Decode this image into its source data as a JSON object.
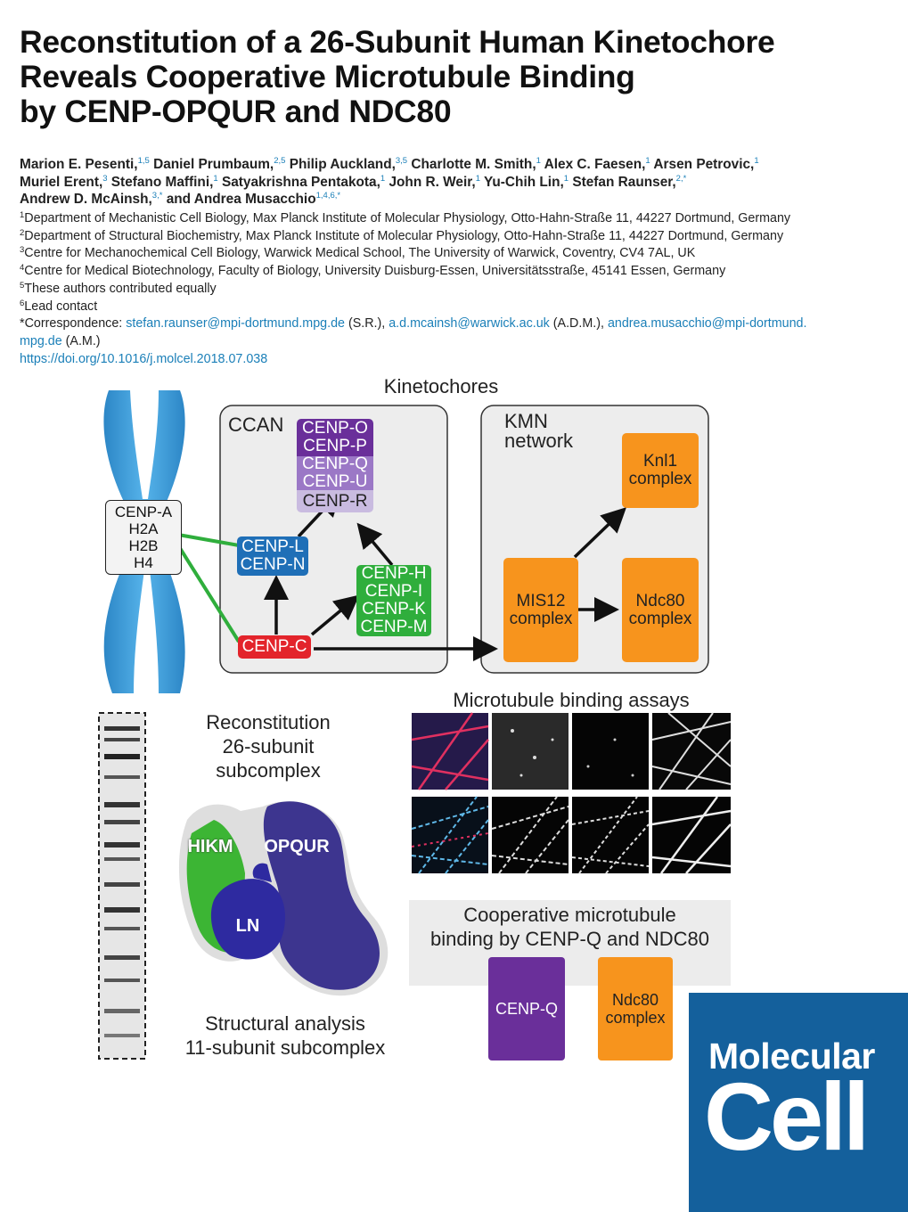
{
  "title": {
    "line1": "Reconstitution of a 26-Subunit Human Kinetochore",
    "line2": "Reveals Cooperative Microtubule Binding",
    "line3": "by CENP-OPQUR and NDC80"
  },
  "authors": [
    {
      "name": "Marion E. Pesenti,",
      "sup": "1,5"
    },
    {
      "name": "Daniel Prumbaum,",
      "sup": "2,5"
    },
    {
      "name": "Philip Auckland,",
      "sup": "3,5"
    },
    {
      "name": "Charlotte M. Smith,",
      "sup": "1"
    },
    {
      "name": "Alex C. Faesen,",
      "sup": "1"
    },
    {
      "name": "Arsen Petrovic,",
      "sup": "1"
    },
    {
      "name": "Muriel Erent,",
      "sup": "3"
    },
    {
      "name": "Stefano Maffini,",
      "sup": "1"
    },
    {
      "name": "Satyakrishna Pentakota,",
      "sup": "1"
    },
    {
      "name": "John R. Weir,",
      "sup": "1"
    },
    {
      "name": "Yu-Chih Lin,",
      "sup": "1"
    },
    {
      "name": "Stefan Raunser,",
      "sup": "2,*"
    },
    {
      "name": "Andrew D. McAinsh,",
      "sup": "3,*"
    },
    {
      "name": "and Andrea Musacchio",
      "sup": "1,4,6,*"
    }
  ],
  "affiliations": [
    {
      "num": "1",
      "text": "Department of Mechanistic Cell Biology, Max Planck Institute of Molecular Physiology, Otto-Hahn-Straße 11, 44227 Dortmund, Germany"
    },
    {
      "num": "2",
      "text": "Department of Structural Biochemistry, Max Planck Institute of Molecular Physiology, Otto-Hahn-Straße 11, 44227 Dortmund, Germany"
    },
    {
      "num": "3",
      "text": "Centre for Mechanochemical Cell Biology, Warwick Medical School, The University of Warwick, Coventry, CV4 7AL, UK"
    },
    {
      "num": "4",
      "text": "Centre for Medical Biotechnology, Faculty of Biology, University Duisburg-Essen, Universitätsstraße, 45141 Essen, Germany"
    },
    {
      "num": "5",
      "text": "These authors contributed equally"
    },
    {
      "num": "6",
      "text": "Lead contact"
    }
  ],
  "correspondence": {
    "prefix": "*Correspondence: ",
    "email1": "stefan.raunser@mpi-dortmund.mpg.de",
    "tag1": " (S.R.), ",
    "email2": "a.d.mcainsh@warwick.ac.uk",
    "tag2": " (A.D.M.), ",
    "email3a": "andrea.musacchio@mpi-dortmund.",
    "email3b": "mpg.de",
    "tag3": " (A.M.)"
  },
  "doi": "https://doi.org/10.1016/j.molcel.2018.07.038",
  "abstract": {
    "kinetochores_label": "Kinetochores",
    "ccan_label": "CCAN",
    "kmn_label_1": "KMN",
    "kmn_label_2": "network",
    "histone": [
      "CENP-A",
      "H2A",
      "H2B",
      "H4"
    ],
    "opqur": [
      "CENP-O",
      "CENP-P",
      "CENP-Q",
      "CENP-U",
      "CENP-R"
    ],
    "ln": [
      "CENP-L",
      "CENP-N"
    ],
    "hikm": [
      "CENP-H",
      "CENP-I",
      "CENP-K",
      "CENP-M"
    ],
    "cenpc": "CENP-C",
    "knl1": [
      "Knl1",
      "complex"
    ],
    "mis12": [
      "MIS12",
      "complex"
    ],
    "ndc80": [
      "Ndc80",
      "complex"
    ],
    "mt_assays_title": "Microtubule binding assays",
    "reconstitution": [
      "Reconstitution",
      "26-subunit",
      "subcomplex"
    ],
    "structural": [
      "Structural analysis",
      "11-subunit subcomplex"
    ],
    "em_labels": {
      "hikm": "HIKM",
      "opqur": "OPQUR",
      "ln": "LN"
    },
    "cooperative": [
      "Cooperative microtubule",
      "binding by CENP-Q and NDC80"
    ],
    "cenpq_box": "CENP-Q",
    "ndc80_box": [
      "Ndc80",
      "complex"
    ]
  },
  "journal_logo": {
    "line1": "Molecular",
    "line2": "Cell"
  },
  "colors": {
    "link": "#1a7fb8",
    "chromosome": "#3ea0dc",
    "opqur_dark": "#6a2f9a",
    "opqur_mid": "#9b78c6",
    "opqur_light": "#c9bbe0",
    "ln_blue": "#1f6fb7",
    "hikm_green": "#2fae3c",
    "cenpc_red": "#e3242b",
    "kmn_orange": "#f7941d",
    "logo_bg": "#14609c"
  }
}
